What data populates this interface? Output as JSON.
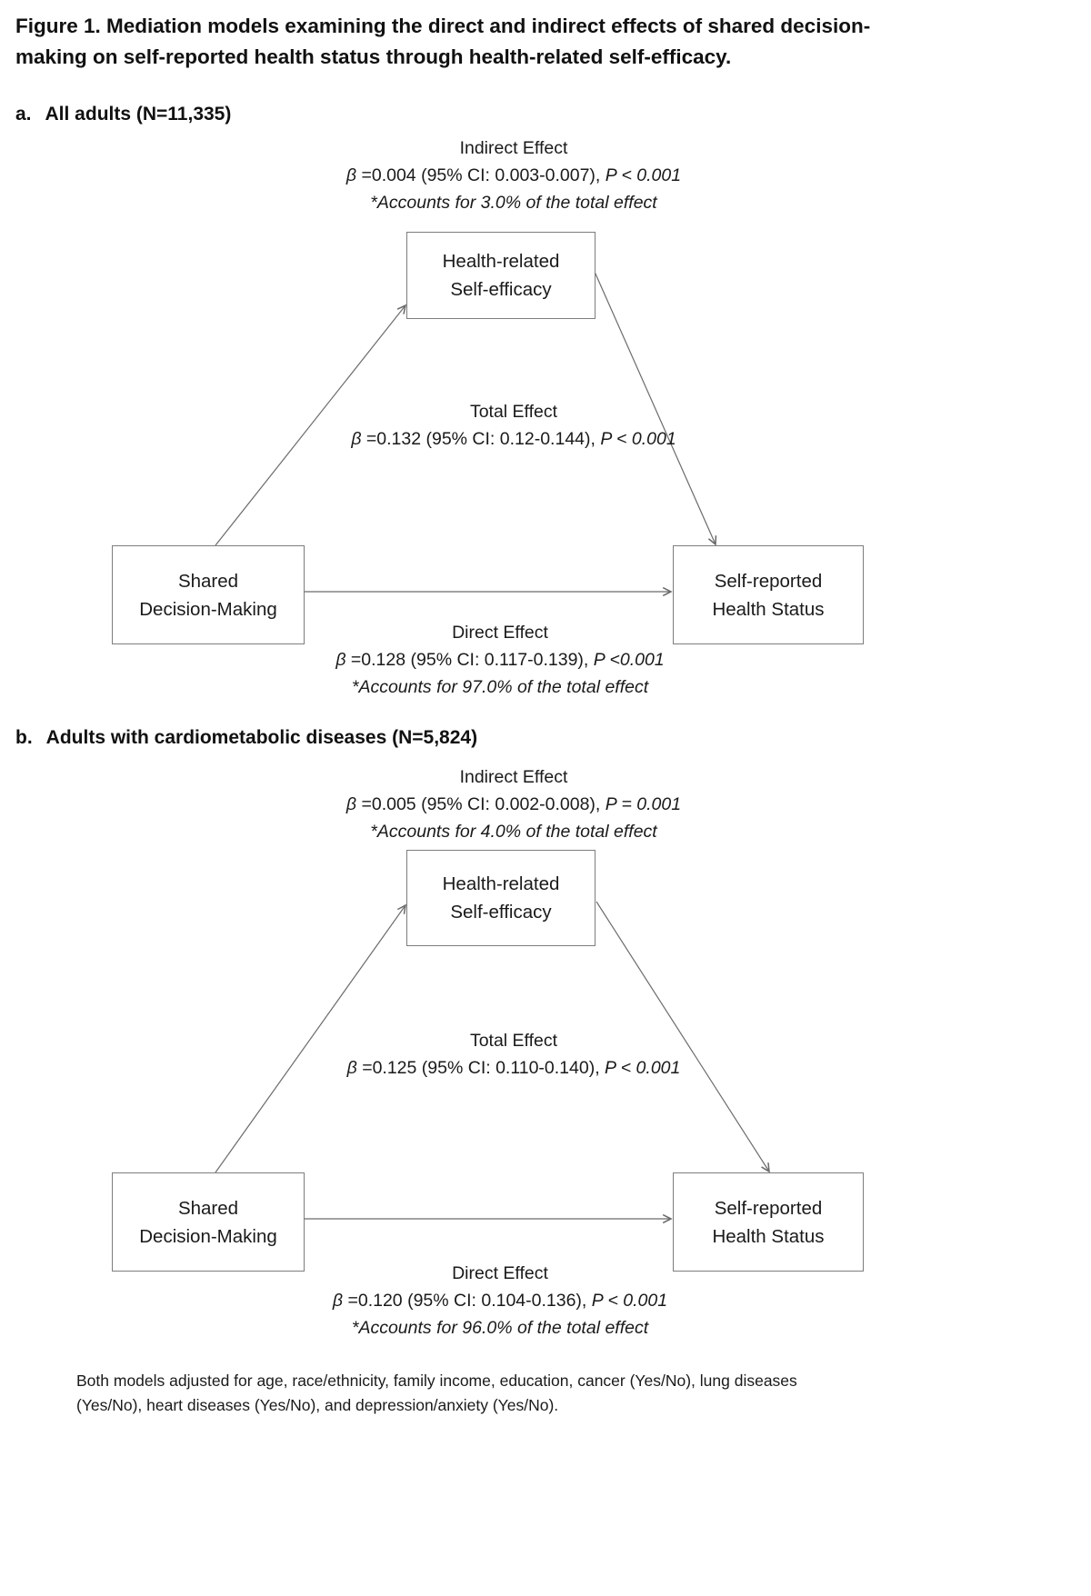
{
  "figure": {
    "title": "Figure 1. Mediation models examining the direct and indirect effects of shared decision-making on self-reported health status through health-related self-efficacy.",
    "footnote": "Both models adjusted for age, race/ethnicity, family income, education, cancer (Yes/No), lung diseases (Yes/No), heart diseases (Yes/No), and depression/anxiety (Yes/No)."
  },
  "colors": {
    "text": "#141414",
    "line": "#6b6b6b",
    "box_border": "#7d7d7d",
    "background": "#ffffff"
  },
  "panels": [
    {
      "letter": "a.",
      "heading": "All adults (N=11,335)",
      "boxes": {
        "mediator": {
          "line1": "Health-related",
          "line2": "Self-efficacy"
        },
        "predictor": {
          "line1": "Shared",
          "line2": "Decision-Making"
        },
        "outcome": {
          "line1": "Self-reported",
          "line2": "Health Status"
        }
      },
      "indirect_effect": {
        "label": "Indirect Effect",
        "beta": "β",
        "value": "=0.004 (95% CI: 0.003-0.007),",
        "p": "P < 0.001",
        "note": "*Accounts for 3.0% of the total effect"
      },
      "total_effect": {
        "label": "Total Effect",
        "beta": "β",
        "value": "=0.132 (95% CI: 0.12-0.144),",
        "p": "P < 0.001"
      },
      "direct_effect": {
        "label": "Direct Effect",
        "beta": "β",
        "value": "=0.128 (95% CI: 0.117-0.139),",
        "p": "P <0.001",
        "note": "*Accounts for 97.0% of the total effect"
      }
    },
    {
      "letter": "b.",
      "heading": "Adults with cardiometabolic diseases (N=5,824)",
      "boxes": {
        "mediator": {
          "line1": "Health-related",
          "line2": "Self-efficacy"
        },
        "predictor": {
          "line1": "Shared",
          "line2": "Decision-Making"
        },
        "outcome": {
          "line1": "Self-reported",
          "line2": "Health Status"
        }
      },
      "indirect_effect": {
        "label": "Indirect Effect",
        "beta": "β",
        "value": "=0.005 (95% CI: 0.002-0.008),",
        "p": "P = 0.001",
        "note": "*Accounts for 4.0% of the total effect"
      },
      "total_effect": {
        "label": "Total Effect",
        "beta": "β",
        "value": "=0.125 (95% CI: 0.110-0.140),",
        "p": "P < 0.001"
      },
      "direct_effect": {
        "label": "Direct Effect",
        "beta": "β",
        "value": "=0.120 (95% CI: 0.104-0.136),",
        "p": "P < 0.001",
        "note": "*Accounts for 96.0% of the total effect"
      }
    }
  ]
}
